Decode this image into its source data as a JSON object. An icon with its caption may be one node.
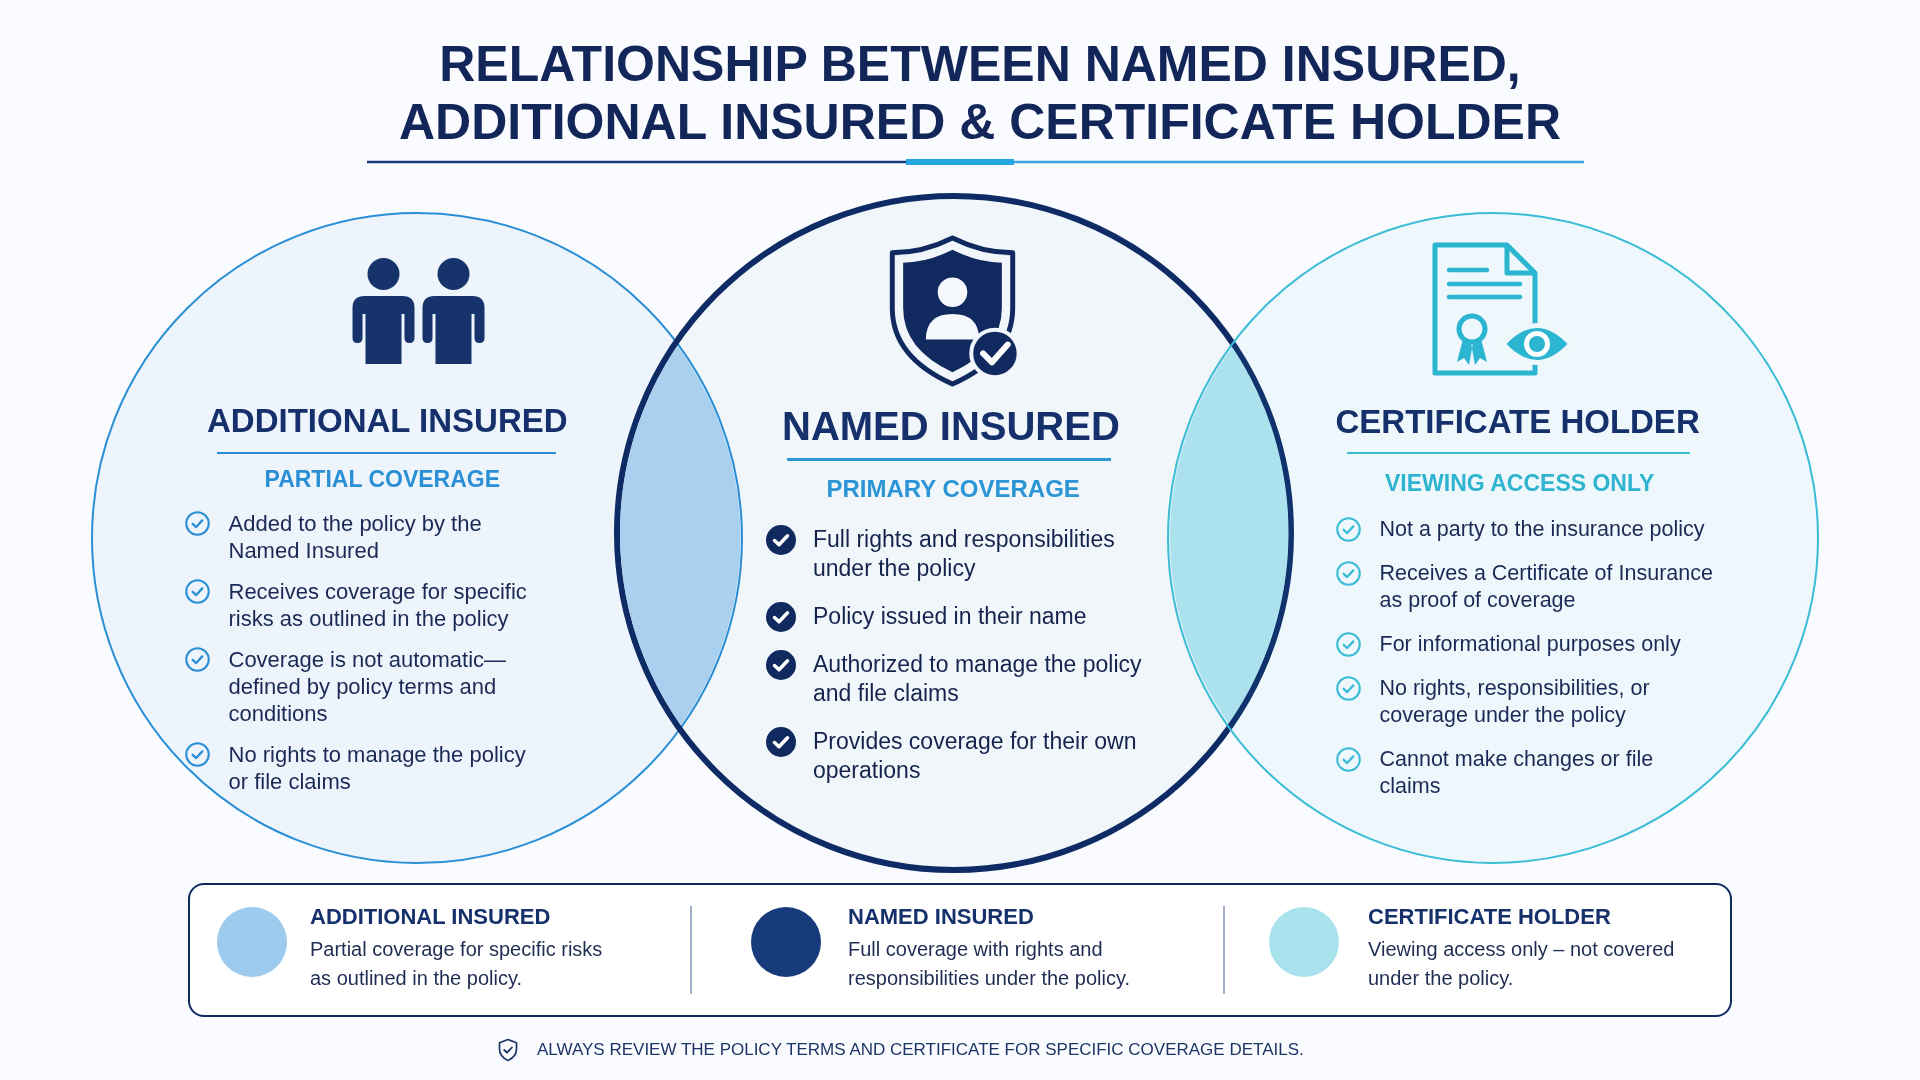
{
  "diagram": {
    "title": "RELATIONSHIP BETWEEN NAMED INSURED, ADDITIONAL INSURED & CERTIFICATE HOLDER",
    "nodes": [
      {
        "text": [
          "ADDITIONAL INSURED",
          "PARTIAL COVERAGE",
          "Added to the policy by the Named Insured",
          "Receives coverage for specific risks as outlined in the policy",
          "Coverage is not automatic— defined by policy terms and conditions",
          "No rights to manage the policy or file claims"
        ]
      },
      {
        "text": [
          "NAMED INSURED",
          "PRIMARY COVERAGE",
          "Full rights and responsibilities under the policy",
          "Policy issued in their name",
          "Authorized to manage the policy and file claims",
          "Provides coverage for their own operations"
        ]
      },
      {
        "text": [
          "CERTIFICATE HOLDER",
          "VIEWING ACCESS ONLY",
          "Not a party to the insurance policy",
          "Receives a Certificate of Insurance as proof of coverage",
          "For informational purposes only",
          "No rights, responsibilities, or coverage under the policy",
          "Cannot make changes or file claims"
        ]
      },
      {
        "text": [],
        "shape": "lens"
      },
      {
        "text": [],
        "shape": "lens"
      }
    ],
    "labels": [
      "ALWAYS REVIEW THE POLICY TERMS AND CERTIFICATE FOR SPECIFIC COVERAGE DETAILS."
    ],
    "legend": [
      {
        "text": "**ADDITIONAL INSURED** Partial coverage for specific risks as outlined in the policy.",
        "color": "#9ccbee"
      },
      {
        "text": "**NAMED INSURED** Full coverage with rights and responsibilities under the policy.",
        "color": "#173b7a"
      },
      {
        "text": "**CERTIFICATE HOLDER** Viewing access only – not covered under the policy.",
        "color": "#a8e2ec"
      }
    ]
  }
}
